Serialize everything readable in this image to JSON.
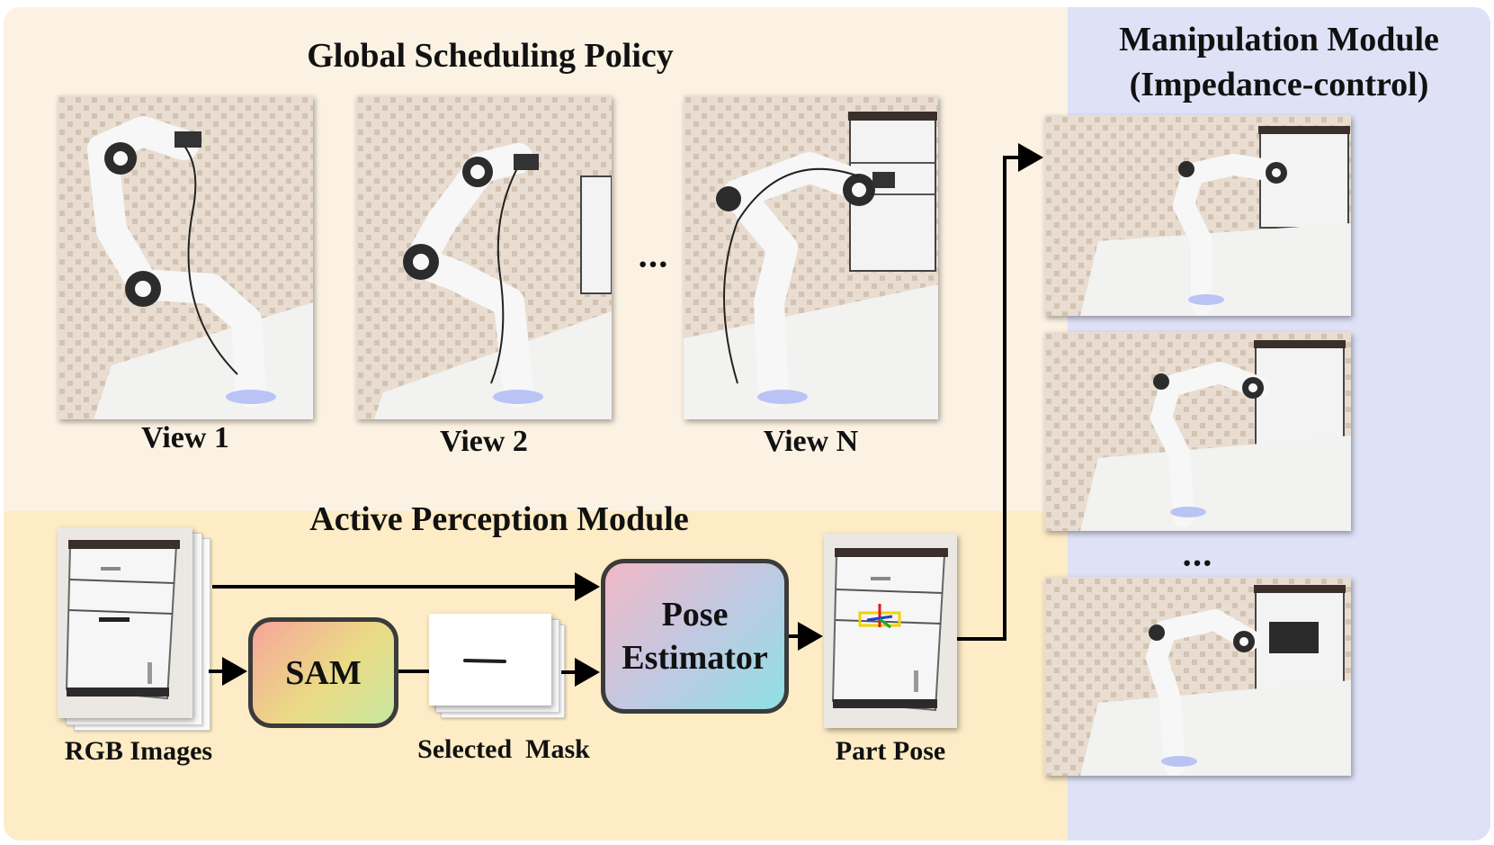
{
  "global_policy": {
    "title": "Global Scheduling Policy",
    "views": [
      {
        "label": "View 1"
      },
      {
        "label": "View 2"
      },
      {
        "label": "View N"
      }
    ],
    "ellipsis": "···"
  },
  "perception": {
    "title": "Active Perception Module",
    "rgb_label": "RGB Images",
    "sam_label": "SAM",
    "mask_label": "Selected  Mask",
    "pose_estimator_line1": "Pose",
    "pose_estimator_line2": "Estimator",
    "part_pose_label": "Part Pose"
  },
  "manipulation": {
    "title_line1": "Manipulation Module",
    "title_line2": "(Impedance-control)",
    "ellipsis": "···"
  },
  "colors": {
    "top_panel_bg": "#fbf2e3",
    "bottom_panel_bg": "#fdecc5",
    "right_panel_bg": "#dfe2f7",
    "sam_gradient": [
      "#f6a49a",
      "#eadb85",
      "#c8e7a0"
    ],
    "pose_gradient": [
      "#f2b8c6",
      "#c2c8e2",
      "#8fe0e3"
    ]
  }
}
